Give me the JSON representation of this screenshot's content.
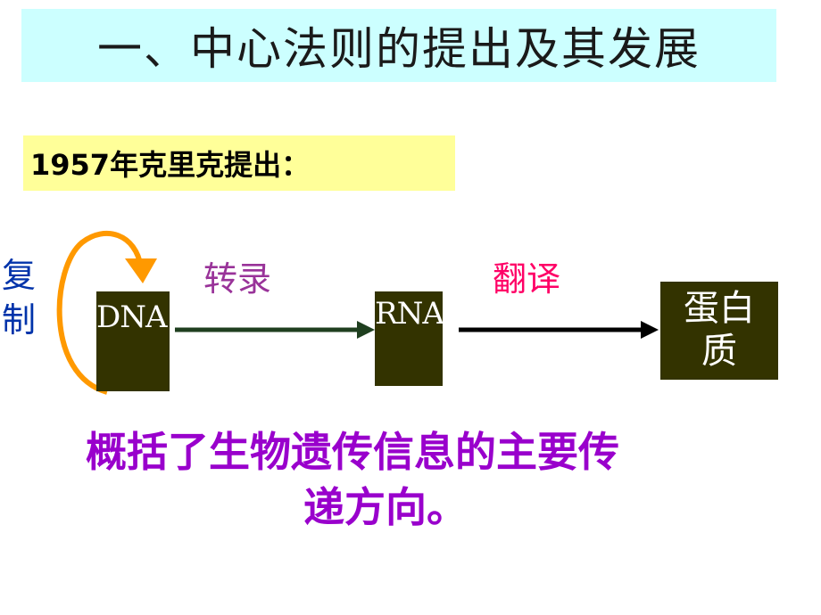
{
  "title": "一、中心法则的提出及其发展",
  "subtitle": "1957年克里克提出：",
  "nodes": {
    "dna": "DNA",
    "rna": "RNA",
    "protein": "蛋白质"
  },
  "processes": {
    "replication": "复制",
    "transcription": "转录",
    "translation": "翻译"
  },
  "summary": {
    "line1": "概括了生物遗传信息的主要传",
    "line2": "递方向。"
  },
  "colors": {
    "title_bg": "#ccffff",
    "subtitle_bg": "#ffff99",
    "node_fill": "#333300",
    "transcription_arrow": "#1f3f1f",
    "translation_arrow": "#000000",
    "replication_arrow": "#ff9900",
    "replication_label": "#0033aa",
    "transcription_label": "#993399",
    "translation_label": "#ff0066",
    "summary_text": "#9900cc"
  },
  "icons": [
    "replication-loop-arrow",
    "transcription-arrow",
    "translation-arrow"
  ]
}
